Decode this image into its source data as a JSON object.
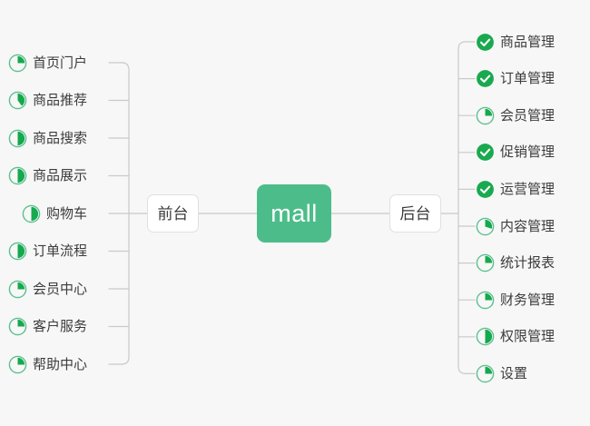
{
  "diagram": {
    "type": "mindmap",
    "background_color": "#f7f7f7",
    "accent_color": "#4cbd8a",
    "done_color": "#19a94f",
    "line_color": "#c9c9c9",
    "center": {
      "label": "mall",
      "text_color": "#ffffff",
      "fill_color": "#4cbd8a"
    },
    "branches": [
      {
        "id": "front",
        "label": "前台",
        "side": "left"
      },
      {
        "id": "back",
        "label": "后台",
        "side": "right"
      }
    ]
  },
  "left_items": [
    {
      "label": "首页门户",
      "icon": "pie-progress-icon",
      "progress": 25,
      "status": "in-progress"
    },
    {
      "label": "商品推荐",
      "icon": "pie-progress-icon",
      "progress": 40,
      "status": "in-progress"
    },
    {
      "label": "商品搜索",
      "icon": "pie-progress-icon",
      "progress": 50,
      "status": "in-progress"
    },
    {
      "label": "商品展示",
      "icon": "pie-progress-icon",
      "progress": 50,
      "status": "in-progress"
    },
    {
      "label": "购物车",
      "icon": "pie-progress-icon",
      "progress": 50,
      "status": "in-progress"
    },
    {
      "label": "订单流程",
      "icon": "pie-progress-icon",
      "progress": 50,
      "status": "in-progress"
    },
    {
      "label": "会员中心",
      "icon": "pie-progress-icon",
      "progress": 25,
      "status": "in-progress"
    },
    {
      "label": "客户服务",
      "icon": "pie-progress-icon",
      "progress": 25,
      "status": "in-progress"
    },
    {
      "label": "帮助中心",
      "icon": "pie-progress-icon",
      "progress": 25,
      "status": "in-progress"
    }
  ],
  "right_items": [
    {
      "label": "商品管理",
      "icon": "check-circle-icon",
      "progress": 100,
      "status": "done"
    },
    {
      "label": "订单管理",
      "icon": "check-circle-icon",
      "progress": 100,
      "status": "done"
    },
    {
      "label": "会员管理",
      "icon": "pie-progress-icon",
      "progress": 25,
      "status": "in-progress"
    },
    {
      "label": "促销管理",
      "icon": "check-circle-icon",
      "progress": 100,
      "status": "done"
    },
    {
      "label": "运营管理",
      "icon": "check-circle-icon",
      "progress": 100,
      "status": "done"
    },
    {
      "label": "内容管理",
      "icon": "pie-progress-icon",
      "progress": 30,
      "status": "in-progress"
    },
    {
      "label": "统计报表",
      "icon": "pie-progress-icon",
      "progress": 25,
      "status": "in-progress"
    },
    {
      "label": "财务管理",
      "icon": "pie-progress-icon",
      "progress": 25,
      "status": "in-progress"
    },
    {
      "label": "权限管理",
      "icon": "pie-progress-icon",
      "progress": 50,
      "status": "in-progress"
    },
    {
      "label": "设置",
      "icon": "pie-progress-icon",
      "progress": 25,
      "status": "in-progress"
    }
  ]
}
